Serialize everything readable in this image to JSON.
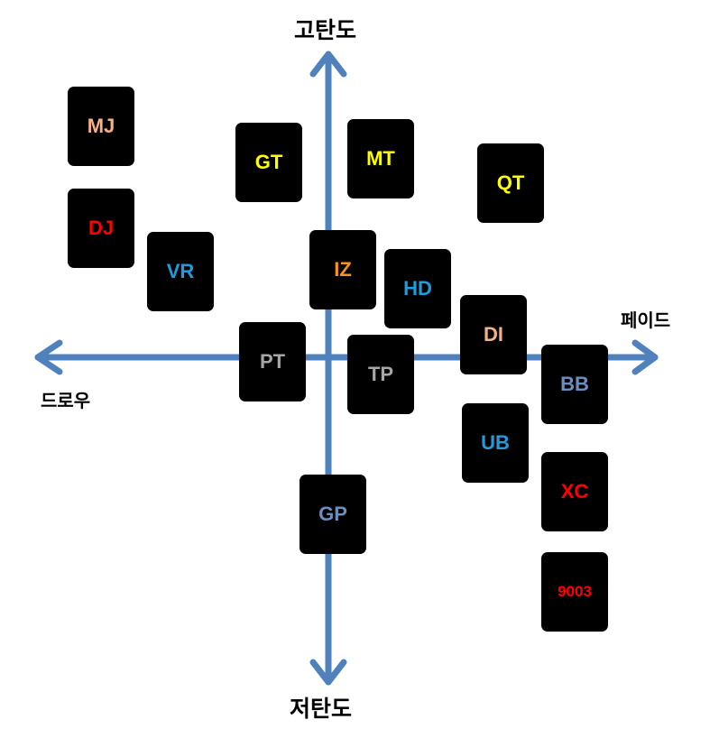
{
  "axes": {
    "top": "고탄도",
    "bottom": "저탄도",
    "left": "드로우",
    "right": "페이드",
    "color": "#4F81BD"
  },
  "tiles": [
    {
      "id": "mj",
      "label": "MJ",
      "color": "#F4B183"
    },
    {
      "id": "dj",
      "label": "DJ",
      "color": "#FF0000"
    },
    {
      "id": "vr",
      "label": "VR",
      "color": "#1F9BDE"
    },
    {
      "id": "gt",
      "label": "GT",
      "color": "#FFFF00"
    },
    {
      "id": "mt",
      "label": "MT",
      "color": "#FFFF00"
    },
    {
      "id": "qt",
      "label": "QT",
      "color": "#FFFF00"
    },
    {
      "id": "iz",
      "label": "IZ",
      "color": "#F7941D"
    },
    {
      "id": "hd",
      "label": "HD",
      "color": "#1F9BDE"
    },
    {
      "id": "di",
      "label": "DI",
      "color": "#F4B183"
    },
    {
      "id": "pt",
      "label": "PT",
      "color": "#A6A6A6"
    },
    {
      "id": "tp",
      "label": "TP",
      "color": "#A6A6A6"
    },
    {
      "id": "bb",
      "label": "BB",
      "color": "#6C8EBF"
    },
    {
      "id": "ub",
      "label": "UB",
      "color": "#1F9BDE"
    },
    {
      "id": "xc",
      "label": "XC",
      "color": "#FF0000"
    },
    {
      "id": "gp",
      "label": "GP",
      "color": "#6C8EBF"
    },
    {
      "id": "9003",
      "label": "9003",
      "color": "#FF0000"
    }
  ]
}
